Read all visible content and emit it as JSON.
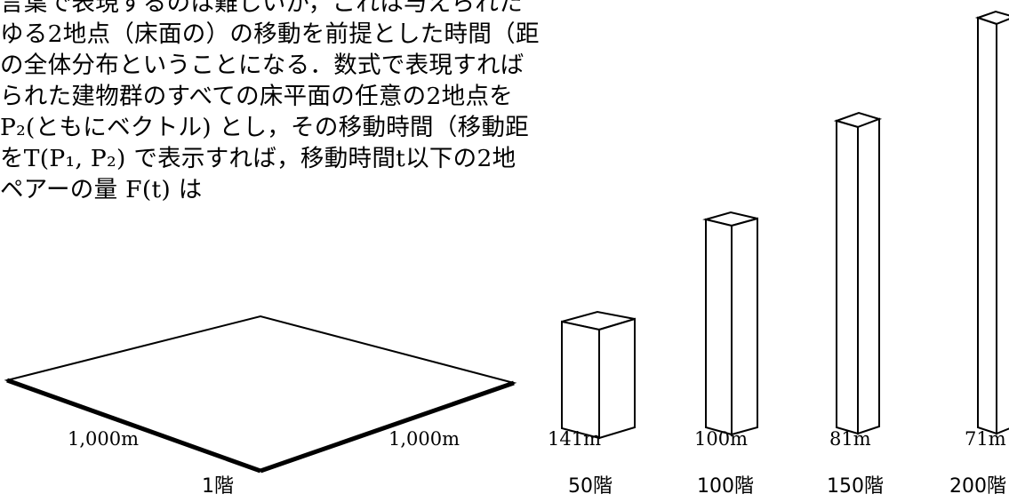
{
  "text_lines": [
    "言葉で表現するのは難しいが，これは与えられた",
    "ゆる2地点（床面の）の移動を前提とした時間（距",
    "の全体分布ということになる．数式で表現すれば",
    "られた建物群のすべての床平面の任意の2地点を",
    "P₂(ともにベクトル) とし，その移動時間（移動距",
    "をT(P₁, P₂) で表示すれば，移動時間t以下の2地",
    "ペアーの量 F(t) は"
  ],
  "floor_plate": {
    "side_a": "1,000m",
    "side_b": "1,000m",
    "floors_label": "1階"
  },
  "towers": [
    {
      "side": "141m",
      "floors_label": "50階"
    },
    {
      "side": "100m",
      "floors_label": "100階"
    },
    {
      "side": "81m",
      "floors_label": "150階"
    },
    {
      "side": "71m",
      "floors_label": "200階"
    }
  ],
  "colors": {
    "stroke": "#000000",
    "fill": "#ffffff"
  }
}
